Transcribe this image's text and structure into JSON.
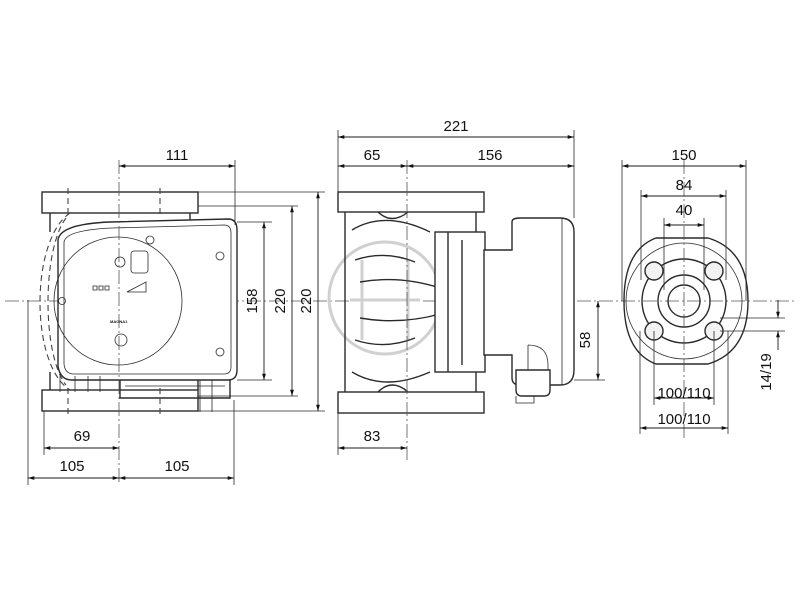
{
  "left_view": {
    "dim_top_111": "111",
    "dim_158": "158",
    "dim_220_inner": "220",
    "dim_220_outer": "220",
    "dim_69": "69",
    "dim_105_left": "105",
    "dim_105_right": "105",
    "brand_label": "MAGNA1"
  },
  "middle_view": {
    "dim_221": "221",
    "dim_65": "65",
    "dim_156": "156",
    "dim_58": "58",
    "dim_83": "83"
  },
  "right_view": {
    "dim_150": "150",
    "dim_84": "84",
    "dim_40": "40",
    "dim_100_110_upper": "100/110",
    "dim_100_110_lower": "100/110",
    "dim_14_19": "14/19"
  }
}
